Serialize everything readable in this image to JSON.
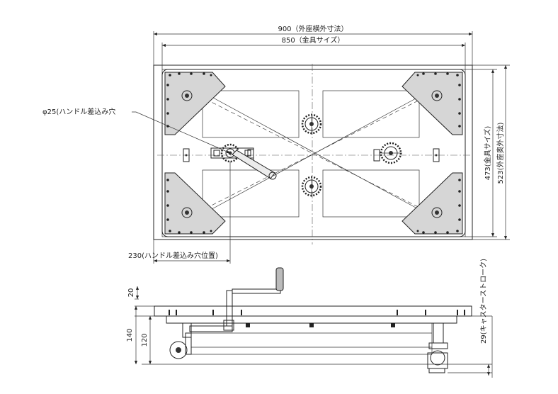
{
  "dimensions": {
    "outer_width": "900（外座横外寸法）",
    "fitting_width": "850（金具サイズ）",
    "fitting_depth": "473(金具サイズ)",
    "outer_depth": "523(外座奥外寸法)",
    "handle_hole": "φ25(ハンドル差込み穴",
    "handle_position": "230(ハンドル差込み穴位置)",
    "height_20": "20",
    "height_140": "140",
    "height_120": "120",
    "caster_stroke": "29(キャスターストローク)"
  }
}
